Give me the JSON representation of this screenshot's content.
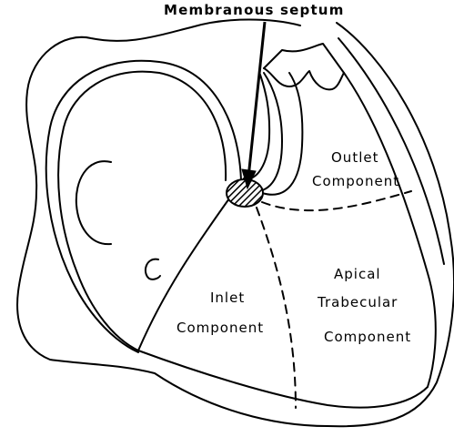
{
  "labels": {
    "membranous_septum": "Membranous septum",
    "outlet": "Outlet",
    "outlet_component": "Component",
    "apical": "Apical",
    "apical_trabecular": "Trabecular",
    "apical_component": "Component",
    "inlet": "Inlet",
    "inlet_component": "Component"
  },
  "colors": {
    "ink": "#000000",
    "background": "#ffffff"
  }
}
